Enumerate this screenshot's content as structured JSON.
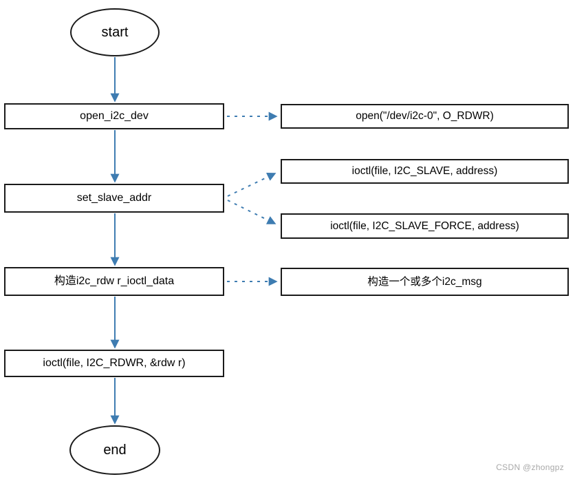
{
  "colors": {
    "arrow": "#3e7cb1",
    "node-border": "#1a1a1a",
    "node-text": "#000000",
    "watermark-text": "#a8a8a8",
    "node-bg": "#ffffff"
  },
  "flow_nodes": {
    "start": "start",
    "open_i2c_dev": "open_i2c_dev",
    "set_slave_addr": "set_slave_addr",
    "build_rdwr_struct": "构造i2c_rdw r_ioctl_data",
    "ioctl_rdwr": "ioctl(file, I2C_RDWR, &rdw r)",
    "end": "end"
  },
  "detail_nodes": {
    "open_call": "open(\"/dev/i2c-0\", O_RDWR)",
    "ioctl_slave": "ioctl(file, I2C_SLAVE, address)",
    "ioctl_slave_force": "ioctl(file, I2C_SLAVE_FORCE, address)",
    "build_msgs": "构造一个或多个i2c_msg"
  },
  "watermark": "CSDN @zhongpz"
}
